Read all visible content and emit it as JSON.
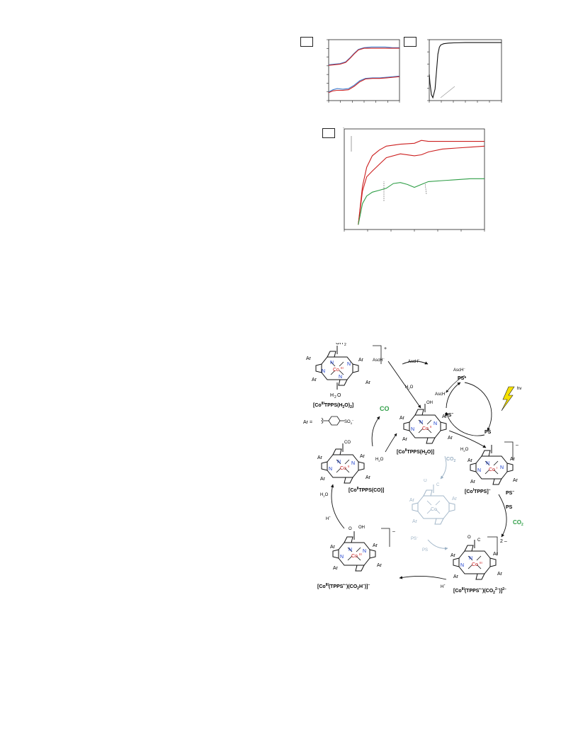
{
  "figure": {
    "panels": {
      "a": {
        "label": ""
      },
      "b": {
        "label": ""
      },
      "c": {
        "label": ""
      }
    }
  },
  "chart_data": [
    {
      "type": "line",
      "series": [
        {
          "color": "#3f7fd0",
          "x": [
            0,
            0.08,
            0.16,
            0.24,
            0.3,
            0.36,
            0.42,
            0.5,
            0.6,
            0.7,
            0.8,
            0.9,
            1.0
          ],
          "y": [
            0.18,
            0.19,
            0.2,
            0.23,
            0.3,
            0.38,
            0.45,
            0.48,
            0.49,
            0.49,
            0.49,
            0.48,
            0.48
          ]
        },
        {
          "color": "#cc1f1f",
          "x": [
            0,
            0.08,
            0.16,
            0.24,
            0.3,
            0.36,
            0.42,
            0.5,
            0.6,
            0.7,
            0.8,
            0.9,
            1.0
          ],
          "y": [
            0.17,
            0.18,
            0.19,
            0.22,
            0.29,
            0.37,
            0.44,
            0.47,
            0.47,
            0.47,
            0.47,
            0.47,
            0.47
          ]
        },
        {
          "color": "#3f7fd0",
          "x": [
            0,
            0.06,
            0.12,
            0.2,
            0.28,
            0.36,
            0.44,
            0.52,
            0.62,
            0.72,
            0.82,
            0.92,
            1.0
          ],
          "y": [
            -0.3,
            -0.26,
            -0.24,
            -0.25,
            -0.24,
            -0.18,
            -0.1,
            -0.06,
            -0.05,
            -0.05,
            -0.04,
            -0.03,
            -0.02
          ]
        },
        {
          "color": "#cc1f1f",
          "x": [
            0,
            0.06,
            0.12,
            0.2,
            0.28,
            0.36,
            0.44,
            0.52,
            0.62,
            0.72,
            0.82,
            0.92,
            1.0
          ],
          "y": [
            -0.31,
            -0.28,
            -0.27,
            -0.27,
            -0.26,
            -0.2,
            -0.12,
            -0.07,
            -0.06,
            -0.06,
            -0.05,
            -0.04,
            -0.03
          ]
        }
      ],
      "xlim": [
        0,
        1
      ],
      "ylim": [
        -0.45,
        0.62
      ],
      "xlabel": "",
      "ylabel": "",
      "grid": false
    },
    {
      "type": "line",
      "series": [
        {
          "color": "#111111",
          "x": [
            0,
            0.01,
            0.03,
            0.05,
            0.08,
            0.1,
            0.12,
            0.14,
            0.16,
            0.2,
            0.26,
            0.34,
            0.5,
            0.7,
            1.0
          ],
          "y": [
            0.45,
            0.3,
            0.1,
            0.05,
            0.2,
            0.5,
            0.8,
            0.92,
            0.96,
            0.98,
            0.99,
            0.995,
            1.0,
            1.0,
            1.0
          ]
        }
      ],
      "xlim": [
        0,
        1
      ],
      "ylim": [
        0,
        1.05
      ],
      "xlabel": "",
      "ylabel": "",
      "grid": false
    },
    {
      "type": "line",
      "series": [
        {
          "color": "#cc1f1f",
          "x": [
            0.1,
            0.13,
            0.16,
            0.2,
            0.25,
            0.3,
            0.4,
            0.5,
            0.55,
            0.6,
            0.7,
            0.8,
            0.9,
            1.0
          ],
          "y": [
            0.0,
            0.4,
            0.6,
            0.72,
            0.78,
            0.82,
            0.84,
            0.85,
            0.88,
            0.87,
            0.87,
            0.87,
            0.87,
            0.87
          ]
        },
        {
          "color": "#cc1f1f",
          "x": [
            0.1,
            0.13,
            0.16,
            0.2,
            0.25,
            0.3,
            0.4,
            0.5,
            0.55,
            0.6,
            0.7,
            0.8,
            0.9,
            1.0
          ],
          "y": [
            0.0,
            0.35,
            0.5,
            0.56,
            0.63,
            0.7,
            0.74,
            0.72,
            0.73,
            0.76,
            0.79,
            0.8,
            0.81,
            0.82
          ]
        },
        {
          "color": "#2e9e46",
          "x": [
            0.1,
            0.13,
            0.16,
            0.2,
            0.25,
            0.3,
            0.35,
            0.4,
            0.45,
            0.5,
            0.55,
            0.6,
            0.7,
            0.8,
            0.9,
            1.0
          ],
          "y": [
            0.0,
            0.22,
            0.3,
            0.34,
            0.36,
            0.38,
            0.43,
            0.44,
            0.42,
            0.39,
            0.42,
            0.45,
            0.46,
            0.47,
            0.48,
            0.48
          ]
        }
      ],
      "xlim": [
        0,
        1
      ],
      "ylim": [
        -0.05,
        1.0
      ],
      "xlabel": "",
      "ylabel": "",
      "grid": false
    }
  ],
  "scheme": {
    "ligands": {
      "oh2": "OH",
      "h2o": "H",
      "ar": "Ar",
      "n": "N",
      "co": "CO",
      "o": "O",
      "oh": "OH",
      "c": "C"
    },
    "metals": {
      "co3": "Co",
      "co2": "Co",
      "co1": "Co"
    },
    "oxidation": {
      "iii": "III",
      "ii": "II",
      "i": "I"
    },
    "species": {
      "s1": "[Co",
      "s1_sup": "III",
      "s1_rest": "TPPS(H",
      "s1_sub": "2",
      "s1_end": "O)",
      "s1_sub2": "2",
      "s1_close": "]",
      "s2": "[Co",
      "s2_sup": "II",
      "s2_rest": "TPPS(H",
      "s2_sub": "2",
      "s2_end": "O)]",
      "s3": "[Co",
      "s3_sup": "I",
      "s3_rest": "TPPS]",
      "s3_close": "–",
      "s4": "[Co",
      "s4_sup": "II",
      "s4_rest": "TPPS(CO)]",
      "s5": "[Co",
      "s5_sup": "III",
      "s5_rest": "(TPPS",
      "s5_sup2": "•–",
      "s5_mid": ")(CO",
      "s5_sub": "2",
      "s5_sup3": "2–",
      "s5_end": ")]",
      "s5_charge": "2–",
      "s6": "[Co",
      "s6_sup": "III",
      "s6_rest": "(TPPS",
      "s6_sup2": "•–",
      "s6_mid": ")(CO",
      "s6_sub": "2",
      "s6_end": "H",
      "s6_sup3": "–",
      "s6_close": ")]",
      "s6_charge": "–"
    },
    "charges": {
      "plus": "+",
      "minus": "–",
      "two_minus": "2 –"
    },
    "ar_def": {
      "label": "Ar =",
      "so3": "SO",
      "sub": "3",
      "sup": "–"
    },
    "reagents": {
      "asch_minus": "AscH",
      "asch_minus_sup": "–",
      "asch_rad": "AscH",
      "asch_rad_sup": "•",
      "asch_plus": "AscH",
      "asch_plus_sup": "+",
      "h2o": "H",
      "h2o_sub": "2",
      "h2o_o": "O",
      "ps_star": "PS*",
      "ps_minus": "PS",
      "ps_minus_sup": "–",
      "ps": "PS",
      "hv": "hv",
      "co2": "CO",
      "co2_sub": "2",
      "hplus": "H",
      "hplus_sup": "+",
      "co_product": "CO"
    }
  }
}
